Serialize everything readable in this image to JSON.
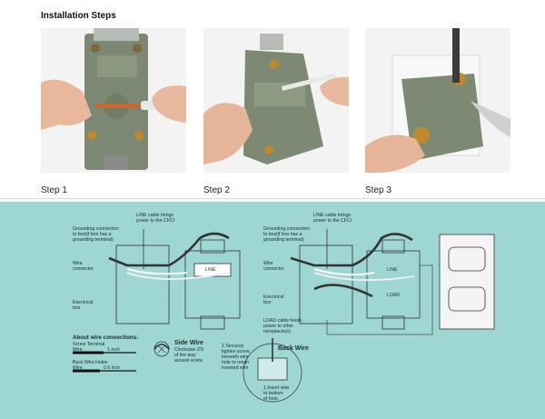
{
  "section_title": "Installation Steps",
  "steps": [
    {
      "label": "Step 1"
    },
    {
      "label": "Step 2"
    },
    {
      "label": "Step 3"
    }
  ],
  "diagram": {
    "left": {
      "line_cable": "LINE cable brings\npower to the CFCI",
      "grounding": "Grounding connection\nto box(if box has a\ngrounding terminal)",
      "wire_connector": "Wire\nconnector",
      "electrical_box": "Exectrical\nbox",
      "line_tag": "LINE"
    },
    "right": {
      "line_cable": "LINE cable brings\npower to the CFCI",
      "grounding": "Grounding connection\nto box(if box has a\ngrounding terminal)",
      "wire_connector": "Wire\nconnector",
      "electrical_box": "Exectrical\nbox",
      "load_cable": "LOAD cable feeds\npower to other\nreceptacle(s)",
      "line_tag": "LINE",
      "load_tag": "LOAD"
    },
    "wire_info": {
      "heading": "About wire connections:",
      "screw_terminal": "Screw Terminal",
      "wire": "Wire",
      "one_inch": "1 inch",
      "back_wire_holes": "Back Wire Holes",
      "wire2": "Wire",
      "six_eighths": "0.6 inch"
    },
    "side_wire": {
      "title": "Side Wire",
      "text": "Clockwise 2/3\nof the way\naround screw"
    },
    "back_wire": {
      "title": "Back Wire",
      "step2": "2.Securely\ntighten screw\nbeneath wire\nhole to retain\ninserted wire",
      "step1": "1.Insert wire\nto bottom\nof hole."
    }
  },
  "colors": {
    "diagram_bg": "#9dd6d2",
    "line_color": "#333333",
    "photo_bg": "#f2f2f2"
  }
}
